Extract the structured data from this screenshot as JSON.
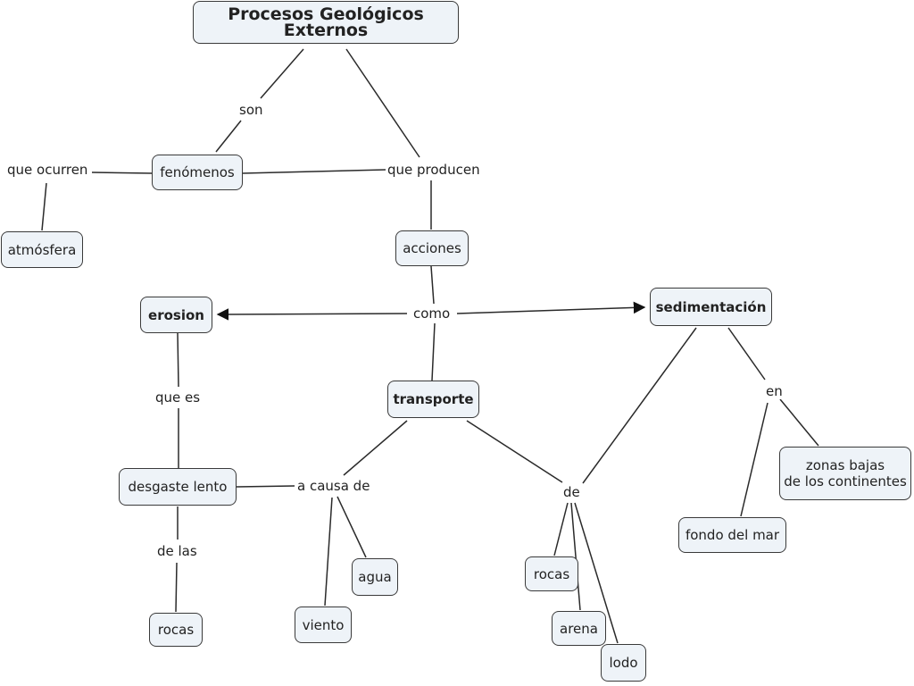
{
  "diagram": {
    "colors": {
      "node_fill": "#eef3f8",
      "node_border": "#3a3a3a",
      "line": "#2a2a2a",
      "text": "#222222"
    },
    "nodes": {
      "title": "Procesos Geológicos Externos",
      "fenomenos": "fenómenos",
      "atmosfera": "atmósfera",
      "acciones": "acciones",
      "erosion": "erosion",
      "sedimentacion": "sedimentación",
      "transporte": "transporte",
      "desgaste": "desgaste lento",
      "rocas_left": "rocas",
      "agua": "agua",
      "viento": "viento",
      "rocas_right": "rocas",
      "arena": "arena",
      "lodo": "lodo",
      "zonas": "zonas bajas\nde los continentes",
      "fondo": "fondo del mar"
    },
    "links": {
      "son": "son",
      "que_ocurren": "que ocurren",
      "que_producen": "que producen",
      "como": "como",
      "que_es": "que es",
      "a_causa_de": "a causa de",
      "de_las": "de las",
      "de": "de",
      "en": "en"
    }
  }
}
